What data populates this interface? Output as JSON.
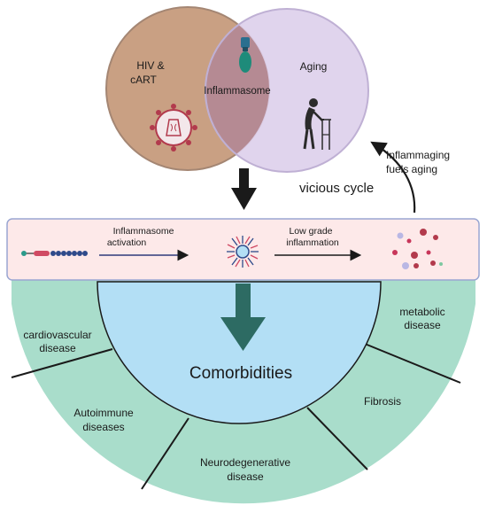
{
  "venn": {
    "left_label_line1": "HIV  &",
    "left_label_line2": "cART",
    "center_label": "Inflammasome",
    "right_label": "Aging",
    "left_color": "#c9a083",
    "right_color": "#ddd0ec",
    "overlap_color": "#b58a93"
  },
  "cycle": {
    "label": "vicious cycle",
    "note_line1": "Inflammaging",
    "note_line2": "fuels aging"
  },
  "pathway": {
    "step1_line1": "Inflammasome",
    "step1_line2": "activation",
    "step2_line1": "Low grade",
    "step2_line2": "inflammation",
    "band_color": "#fde9e9"
  },
  "outcomes": {
    "center_label": "Comorbidities",
    "center_color": "#b3dff5",
    "ring_color": "#a9ddcb",
    "segments": {
      "cardiovascular_line1": "cardiovascular",
      "cardiovascular_line2": "disease",
      "autoimmune_line1": "Autoimmune",
      "autoimmune_line2": "diseases",
      "neuro_line1": "Neurodegenerative",
      "neuro_line2": "disease",
      "fibrosis": "Fibrosis",
      "metabolic_line1": "metabolic",
      "metabolic_line2": "disease"
    }
  }
}
